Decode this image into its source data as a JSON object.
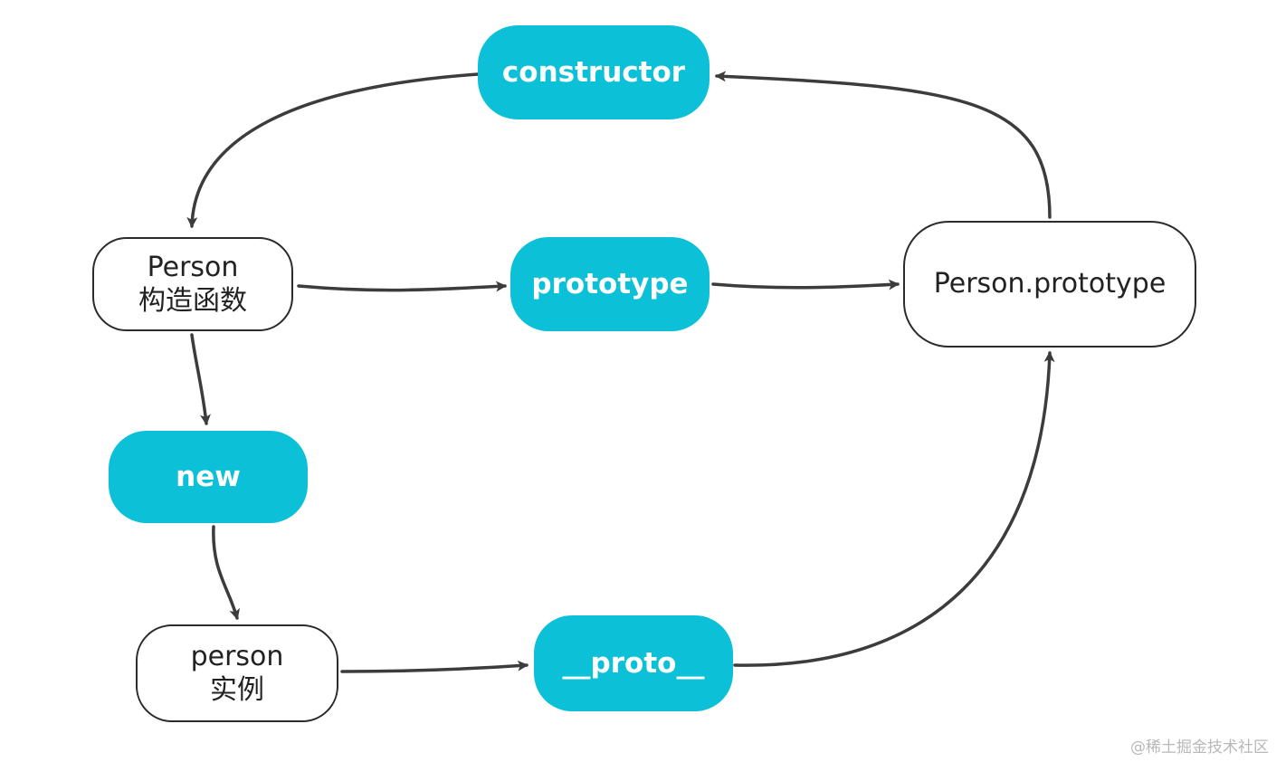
{
  "colors": {
    "accent": "#0bc0d7",
    "edge": "#3c3c3c",
    "node_border": "#2b2b2b"
  },
  "nodes": {
    "constructor": {
      "label": "constructor"
    },
    "person_ctor": {
      "line1": "Person",
      "line2": "构造函数"
    },
    "prototype": {
      "label": "prototype"
    },
    "person_prototype": {
      "label": "Person.prototype"
    },
    "new": {
      "label": "new"
    },
    "person_instance": {
      "line1": "person",
      "line2": "实例"
    },
    "proto": {
      "label": "__proto__"
    }
  },
  "watermark": "@稀土掘金技术社区"
}
